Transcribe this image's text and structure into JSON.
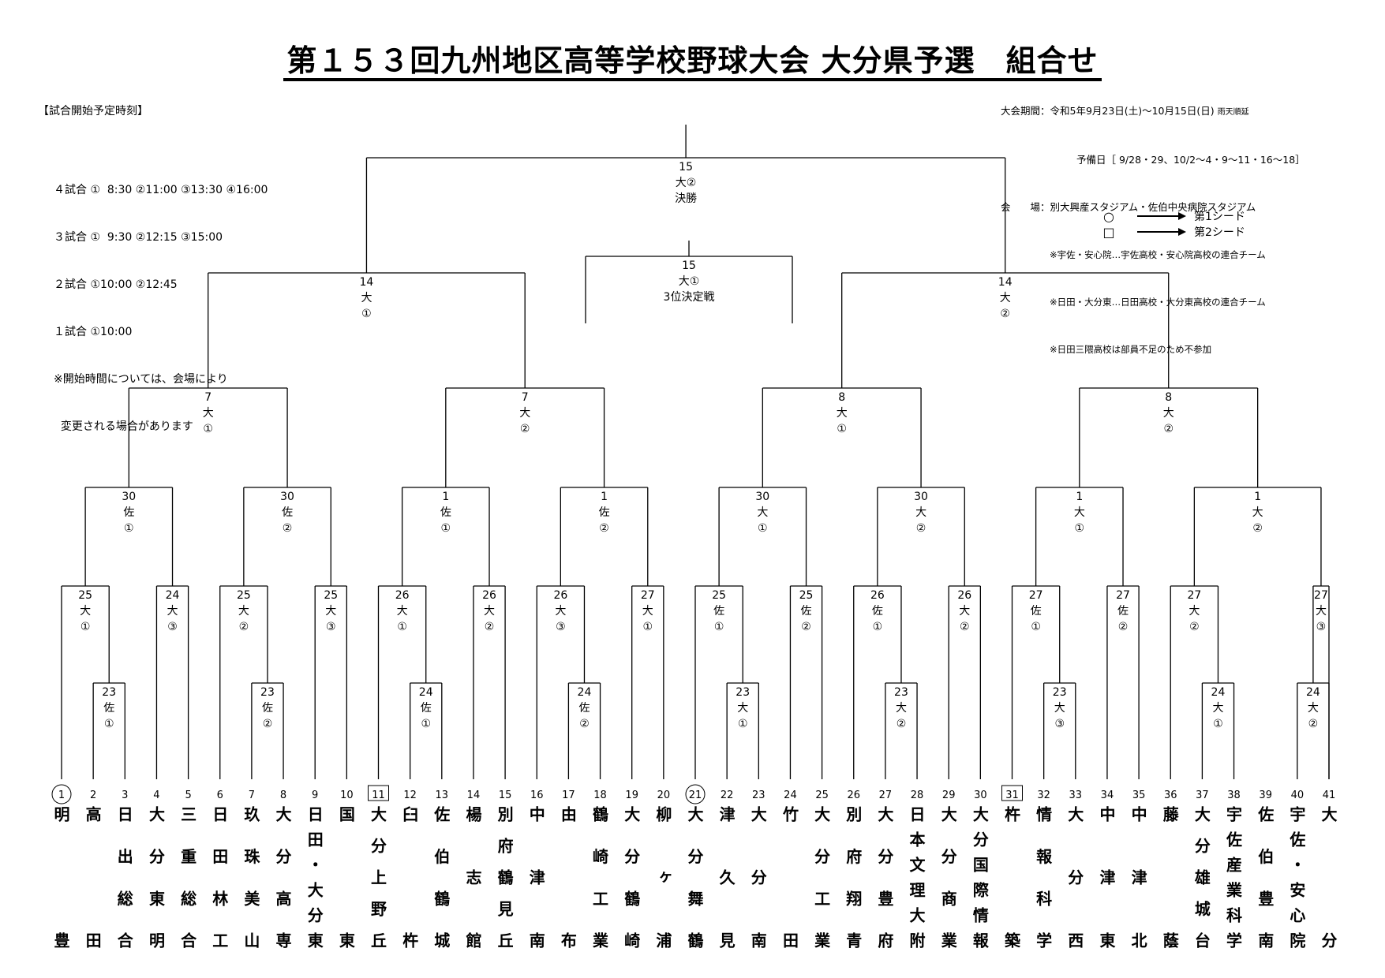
{
  "title": "第１５３回九州地区高等学校野球大会 大分県予選　組合せ",
  "schedule": {
    "heading": "【試合開始予定時刻】",
    "lines": [
      "４試合 ①  8:30 ②11:00 ③13:30 ④16:00",
      "３試合 ①  9:30 ②12:15 ③15:00",
      "２試合 ①10:00 ②12:45",
      "１試合 ①10:00",
      "※開始時間については、会場により",
      "  変更される場合があります"
    ]
  },
  "meta": {
    "period": "大会期間：令和5年9月23日(土)～10月15日(日)",
    "period_note": "雨天順延",
    "reserve": "予備日［ 9/28・29、10/2～4・9～11・16～18］",
    "venue_label": "会　　場：",
    "venue": "別大興産スタジアム・佐伯中央病院スタジアム",
    "notes": [
      "※宇佐・安心院…宇佐高校・安心院高校の連合チーム",
      "※日田・大分東…日田高校・大分東高校の連合チーム",
      "※日田三隈高校は部員不足のため不参加"
    ]
  },
  "legend": [
    {
      "symbol": "○",
      "label": "第1シード",
      "icon": "circle-seed-icon"
    },
    {
      "symbol": "□",
      "label": "第2シード",
      "icon": "square-seed-icon"
    }
  ],
  "teams": [
    {
      "no": "1",
      "name": "明豊",
      "seed": "circle"
    },
    {
      "no": "2",
      "name": "高田"
    },
    {
      "no": "3",
      "name": "日出総合"
    },
    {
      "no": "4",
      "name": "大分東明"
    },
    {
      "no": "5",
      "name": "三重総合"
    },
    {
      "no": "6",
      "name": "日田林工"
    },
    {
      "no": "7",
      "name": "玖珠美山"
    },
    {
      "no": "8",
      "name": "大分高専"
    },
    {
      "no": "9",
      "name": "日田・大分東"
    },
    {
      "no": "10",
      "name": "国東"
    },
    {
      "no": "11",
      "name": "大分上野丘",
      "seed": "square"
    },
    {
      "no": "12",
      "name": "臼杵"
    },
    {
      "no": "13",
      "name": "佐伯鶴城"
    },
    {
      "no": "14",
      "name": "楊志館"
    },
    {
      "no": "15",
      "name": "別府鶴見丘"
    },
    {
      "no": "16",
      "name": "中津南"
    },
    {
      "no": "17",
      "name": "由布"
    },
    {
      "no": "18",
      "name": "鶴崎工業"
    },
    {
      "no": "19",
      "name": "大分鶴崎"
    },
    {
      "no": "20",
      "name": "柳ヶ浦"
    },
    {
      "no": "21",
      "name": "大分舞鶴",
      "seed": "circle"
    },
    {
      "no": "22",
      "name": "津久見"
    },
    {
      "no": "23",
      "name": "大分南"
    },
    {
      "no": "24",
      "name": "竹田"
    },
    {
      "no": "25",
      "name": "大分工業"
    },
    {
      "no": "26",
      "name": "別府翔青"
    },
    {
      "no": "27",
      "name": "大分豊府"
    },
    {
      "no": "28",
      "name": "日本文理大附"
    },
    {
      "no": "29",
      "name": "大分商業"
    },
    {
      "no": "30",
      "name": "大分国際情報"
    },
    {
      "no": "31",
      "name": "杵築",
      "seed": "square"
    },
    {
      "no": "32",
      "name": "情報科学"
    },
    {
      "no": "33",
      "name": "大分西"
    },
    {
      "no": "34",
      "name": "中津東"
    },
    {
      "no": "35",
      "name": "中津北"
    },
    {
      "no": "36",
      "name": "藤蔭"
    },
    {
      "no": "37",
      "name": "大分雄城台"
    },
    {
      "no": "38",
      "name": "宇佐産業科学"
    },
    {
      "no": "39",
      "name": "佐伯豊南"
    },
    {
      "no": "40",
      "name": "宇佐・安心院"
    },
    {
      "no": "41",
      "name": "大分"
    }
  ],
  "matches": {
    "r1": [
      [
        "23",
        "佐",
        "①"
      ],
      [
        "23",
        "佐",
        "②"
      ],
      [
        "24",
        "佐",
        "①"
      ],
      [
        "24",
        "佐",
        "②"
      ],
      [
        "23",
        "大",
        "①"
      ],
      [
        "23",
        "大",
        "②"
      ],
      [
        "23",
        "大",
        "③"
      ],
      [
        "24",
        "大",
        "①"
      ],
      [
        "24",
        "大",
        "②"
      ]
    ],
    "r2": [
      [
        "25",
        "大",
        "①"
      ],
      [
        "24",
        "大",
        "③"
      ],
      [
        "25",
        "大",
        "②"
      ],
      [
        "25",
        "大",
        "③"
      ],
      [
        "26",
        "大",
        "①"
      ],
      [
        "26",
        "大",
        "②"
      ],
      [
        "26",
        "大",
        "③"
      ],
      [
        "27",
        "大",
        "①"
      ],
      [
        "25",
        "佐",
        "①"
      ],
      [
        "25",
        "佐",
        "②"
      ],
      [
        "26",
        "佐",
        "①"
      ],
      [
        "26",
        "大",
        "②"
      ],
      [
        "27",
        "佐",
        "①"
      ],
      [
        "27",
        "佐",
        "②"
      ],
      [
        "27",
        "大",
        "②"
      ],
      [
        "27",
        "大",
        "③"
      ]
    ],
    "r3": [
      [
        "30",
        "佐",
        "①"
      ],
      [
        "30",
        "佐",
        "②"
      ],
      [
        "1",
        "佐",
        "①"
      ],
      [
        "1",
        "佐",
        "②"
      ],
      [
        "30",
        "大",
        "①"
      ],
      [
        "30",
        "大",
        "②"
      ],
      [
        "1",
        "大",
        "①"
      ],
      [
        "1",
        "大",
        "②"
      ]
    ],
    "qf": [
      [
        "7",
        "大",
        "①"
      ],
      [
        "7",
        "大",
        "②"
      ],
      [
        "8",
        "大",
        "①"
      ],
      [
        "8",
        "大",
        "②"
      ]
    ],
    "sf": [
      [
        "14",
        "大",
        "①"
      ],
      [
        "14",
        "大",
        "②"
      ]
    ],
    "final": [
      "15",
      "大②",
      "決勝"
    ],
    "third": [
      "15",
      "大①",
      "3位決定戦"
    ]
  }
}
